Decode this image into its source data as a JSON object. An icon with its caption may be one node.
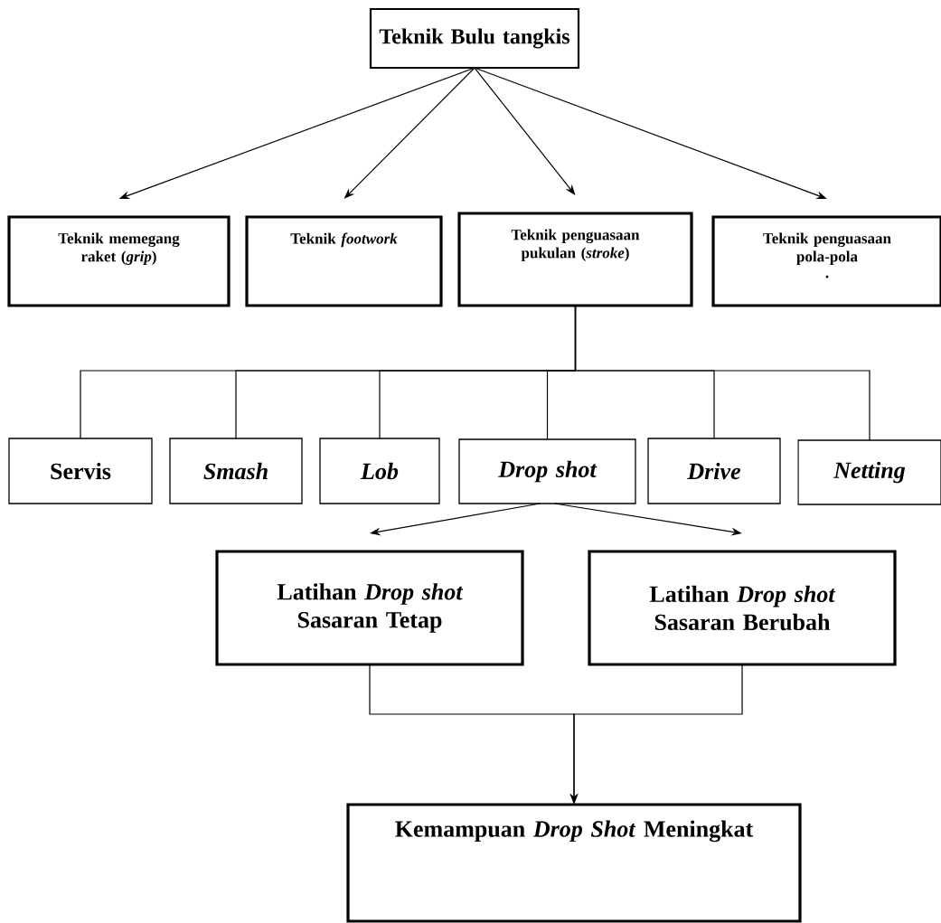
{
  "diagram": {
    "nodes": [
      {
        "text": [
          "Teknik Bulu tangkis"
        ]
      },
      {
        "text": [
          "Teknik memegang raket (*grip*)"
        ]
      },
      {
        "text": [
          "Teknik *footwork*"
        ]
      },
      {
        "text": [
          "Teknik penguasaan pukulan (*stroke*)"
        ]
      },
      {
        "text": [
          "Teknik penguasaan pola-pola",
          "."
        ]
      },
      {
        "text": [
          "Servis"
        ]
      },
      {
        "text": [
          "Smash"
        ]
      },
      {
        "text": [
          "Lob"
        ]
      },
      {
        "text": [
          "Drop shot"
        ]
      },
      {
        "text": [
          "Drive"
        ]
      },
      {
        "text": [
          "Netting"
        ]
      },
      {
        "text": [
          "Latihan *Drop shot* Sasaran Tetap"
        ]
      },
      {
        "text": [
          "Latihan *Drop shot* Sasaran Berubah"
        ]
      },
      {
        "text": [
          "Kemampuan *Drop Shot* Meningkat"
        ]
      }
    ],
    "edges": [
      {
        "from": 0,
        "to": 1,
        "arrow": "to"
      },
      {
        "from": 0,
        "to": 2,
        "arrow": "to"
      },
      {
        "from": 0,
        "to": 3,
        "arrow": "to"
      },
      {
        "from": 0,
        "to": 4,
        "arrow": "to"
      },
      {
        "from": 3,
        "to": 5,
        "arrow": "none"
      },
      {
        "from": 3,
        "to": 6,
        "arrow": "none"
      },
      {
        "from": 3,
        "to": 7,
        "arrow": "none"
      },
      {
        "from": 3,
        "to": 8,
        "arrow": "none"
      },
      {
        "from": 3,
        "to": 9,
        "arrow": "none"
      },
      {
        "from": 3,
        "to": 10,
        "arrow": "none"
      },
      {
        "from": 8,
        "to": 11,
        "arrow": "to"
      },
      {
        "from": 8,
        "to": 12,
        "arrow": "to"
      },
      {
        "from": 11,
        "to": 13,
        "arrow": "to"
      },
      {
        "from": 12,
        "to": 13,
        "arrow": "to"
      }
    ]
  }
}
